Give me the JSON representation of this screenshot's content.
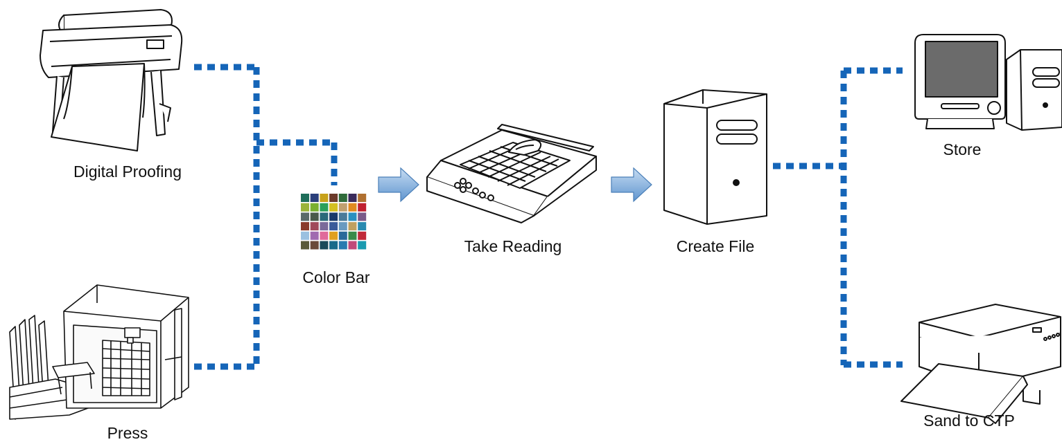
{
  "diagram": {
    "connector_color": "#1565b8",
    "arrow_fill": "#7fb0de",
    "nodes": {
      "digital_proofing": {
        "label": "Digital Proofing",
        "icon": "large-format-printer-icon"
      },
      "press": {
        "label": "Press",
        "icon": "printing-press-icon"
      },
      "color_bar": {
        "label": "Color Bar",
        "icon": "color-bar-chart-icon"
      },
      "take_reading": {
        "label": "Take Reading",
        "icon": "spectrophotometer-scanner-icon"
      },
      "create_file": {
        "label": "Create File",
        "icon": "computer-tower-icon"
      },
      "store": {
        "label": "Store",
        "icon": "desktop-computer-icon"
      },
      "send_to_ctp": {
        "label": "Sand to CTP",
        "icon": "printer-icon"
      }
    },
    "swatch_colors": [
      [
        "#1f6e5a",
        "#2a3f7a",
        "#c8a21a",
        "#6b3a2a",
        "#2f6b3a",
        "#3a2a5a",
        "#b07030"
      ],
      [
        "#9ab43a",
        "#7ab030",
        "#2aa05a",
        "#d4c020",
        "#c0a070",
        "#e08a20",
        "#c02030"
      ],
      [
        "#5a6a6a",
        "#4a5a4a",
        "#2a6a7a",
        "#1a3a6a",
        "#4a7a9a",
        "#2a90c0",
        "#7a5a8a"
      ],
      [
        "#8a3a2a",
        "#a04a5a",
        "#7a6a9a",
        "#3a5a9a",
        "#6a9ac0",
        "#c0a060",
        "#2a8ab0"
      ],
      [
        "#9ac0e0",
        "#a06ab0",
        "#e06a9a",
        "#e0a020",
        "#2a6a9a",
        "#3a8a4a",
        "#c02a3a"
      ],
      [
        "#5a5a3a",
        "#6a4a3a",
        "#1a4a5a",
        "#1a6a8a",
        "#2a7ab0",
        "#c04a7a",
        "#1a9ab0"
      ]
    ]
  }
}
